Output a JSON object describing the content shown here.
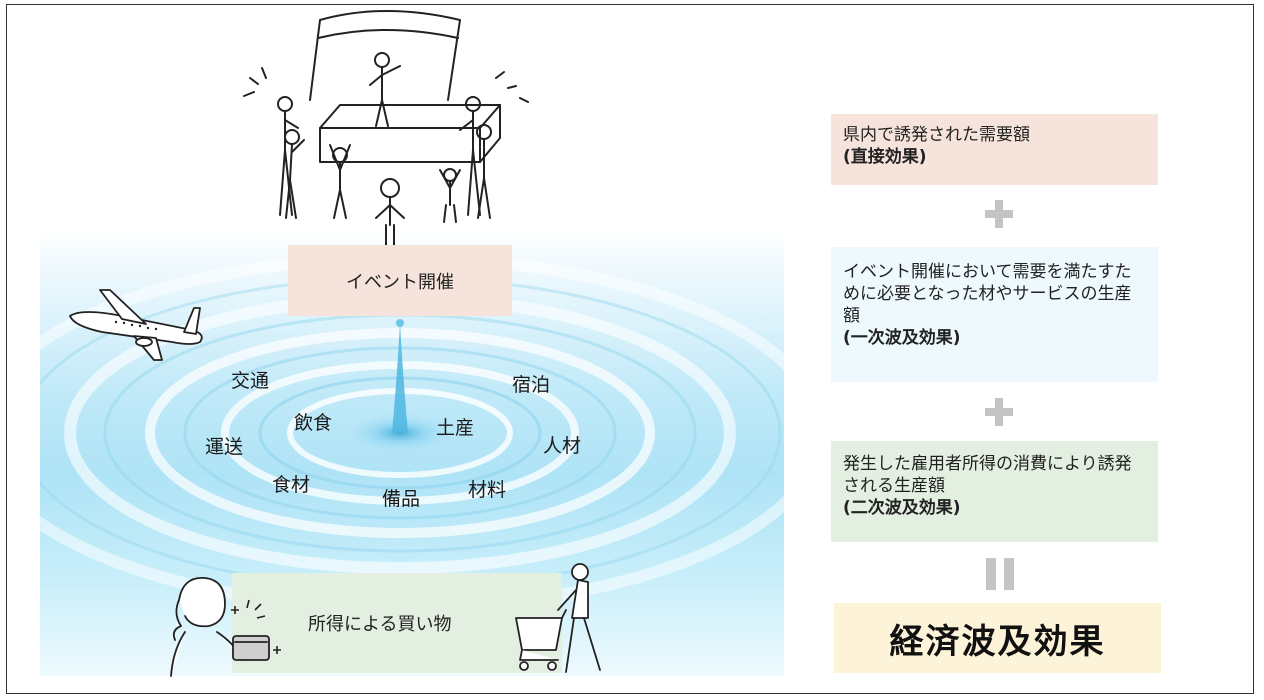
{
  "diagram": {
    "event_label": "イベント開催",
    "shopping_label": "所得による買い物",
    "industries": [
      "交通",
      "宿泊",
      "飲食",
      "土産",
      "運送",
      "人材",
      "食材",
      "備品",
      "材料"
    ],
    "boxes": [
      {
        "text": "県内で誘発された需要額",
        "sub": "(直接効果)"
      },
      {
        "text": "イベント開催において需要を満たすために必要となった材やサービスの生産額",
        "sub": "(一次波及効果)"
      },
      {
        "text": "発生した雇用者所得の消費により誘発される生産額",
        "sub": "(二次波及効果)"
      }
    ],
    "result_label": "経済波及効果",
    "colors": {
      "direct": "#f6e4dc",
      "primary": "#eef9fd",
      "secondary": "#e3efe0",
      "result": "#fdf3d8",
      "operator": "#c4c4c4",
      "water": "#aee3f6"
    }
  }
}
